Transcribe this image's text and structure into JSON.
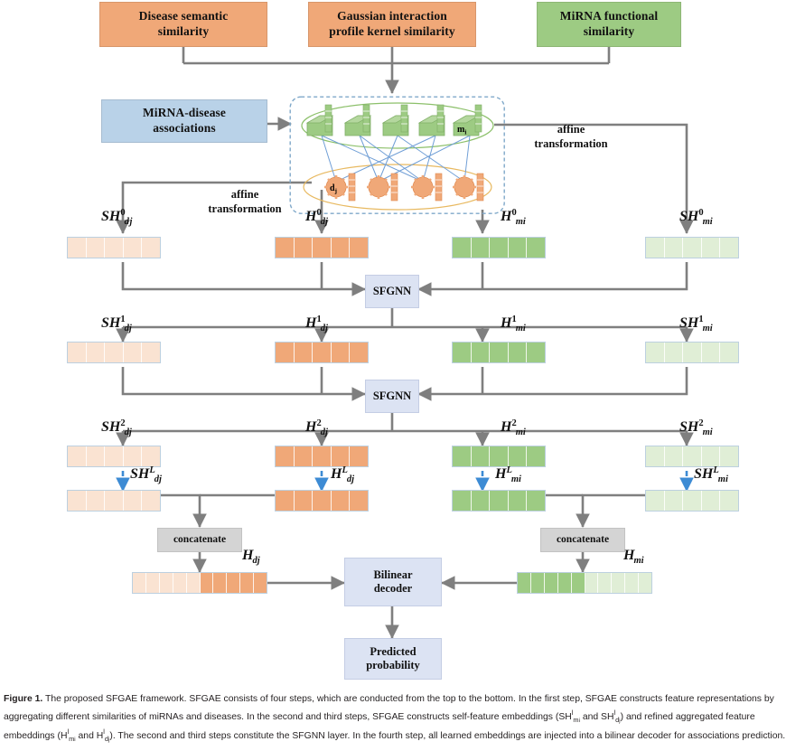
{
  "figure": {
    "number": "Figure 1.",
    "caption_parts": [
      "The proposed SFGAE framework. SFGAE consists of four steps, which are conducted from the top to the bottom. In the first step, SFGAE constructs feature representations by aggregating different similarities of miRNAs and diseases. In the second and third steps, SFGAE constructs self-feature embeddings (SH",
      " and SH",
      ") and refined aggregated feature embeddings (H",
      " and H",
      "). The second and third steps constitute the SFGNN layer. In the fourth step, all learned embeddings are injected into a bilinear decoder for associations prediction."
    ]
  },
  "top_boxes": [
    {
      "id": "disease-semantic-similarity",
      "line1": "Disease semantic",
      "line2": "similarity",
      "color": "#f0a878"
    },
    {
      "id": "gaussian-interaction-profile-kernel-similarity",
      "line1": "Gaussian interaction",
      "line2": "profile kernel similarity",
      "color": "#f0a878"
    },
    {
      "id": "mirna-functional-similarity",
      "line1": "MiRNA functional",
      "line2": "similarity",
      "color": "#9dcb83"
    }
  ],
  "association_box": {
    "line1": "MiRNA-disease",
    "line2": "associations",
    "color": "#b9d2e8"
  },
  "affine_labels": {
    "left": {
      "line1": "affine",
      "line2": "transformation"
    },
    "right": {
      "line1": "affine",
      "line2": "transformation"
    }
  },
  "graph": {
    "mirna_node_label": "m",
    "mirna_node_sub": "i",
    "disease_node_label": "d",
    "disease_node_sub": "j",
    "mirna_count": 5,
    "disease_count": 4,
    "edge_color": "#6f9ed6",
    "mirna_ellipse_color": "#8cc06a",
    "disease_ellipse_color": "#e8b960",
    "outer_border_color": "#7fa8c9"
  },
  "sfgnn_boxes": [
    {
      "label": "SFGNN"
    },
    {
      "label": "SFGNN"
    }
  ],
  "concatenate_boxes": [
    {
      "label": "concatenate"
    },
    {
      "label": "concatenate"
    }
  ],
  "decoder_box": {
    "line1": "Bilinear",
    "line2": "decoder"
  },
  "output_box": {
    "line1": "Predicted",
    "line2": "probability"
  },
  "colors": {
    "light_orange": "#fae3d2",
    "dark_orange": "#f0a878",
    "dark_green": "#9dcb83",
    "light_green": "#e0eed6",
    "arrow_gray": "#7f7f7f",
    "dashed_blue": "#3d8bd4",
    "box_blue": "#dce3f3",
    "box_gray": "#d4d4d4"
  },
  "rows": [
    {
      "level": "0",
      "items": [
        {
          "name": "sh-dj-0",
          "base": "SH",
          "sup": "0",
          "var": "d",
          "sub": "j",
          "color": "#fae3d2",
          "cells": 5
        },
        {
          "name": "h-dj-0",
          "base": "H",
          "sup": "0",
          "var": "d",
          "sub": "j",
          "color": "#f0a878",
          "cells": 5
        },
        {
          "name": "h-mi-0",
          "base": "H",
          "sup": "0",
          "var": "m",
          "sub": "i",
          "color": "#9dcb83",
          "cells": 5
        },
        {
          "name": "sh-mi-0",
          "base": "SH",
          "sup": "0",
          "var": "m",
          "sub": "i",
          "color": "#e0eed6",
          "cells": 5
        }
      ]
    },
    {
      "level": "1",
      "items": [
        {
          "name": "sh-dj-1",
          "base": "SH",
          "sup": "1",
          "var": "d",
          "sub": "j",
          "color": "#fae3d2",
          "cells": 5
        },
        {
          "name": "h-dj-1",
          "base": "H",
          "sup": "1",
          "var": "d",
          "sub": "j",
          "color": "#f0a878",
          "cells": 5
        },
        {
          "name": "h-mi-1",
          "base": "H",
          "sup": "1",
          "var": "m",
          "sub": "i",
          "color": "#9dcb83",
          "cells": 5
        },
        {
          "name": "sh-mi-1",
          "base": "SH",
          "sup": "1",
          "var": "m",
          "sub": "i",
          "color": "#e0eed6",
          "cells": 5
        }
      ]
    },
    {
      "level": "2",
      "items": [
        {
          "name": "sh-dj-2",
          "base": "SH",
          "sup": "2",
          "var": "d",
          "sub": "j",
          "color": "#fae3d2",
          "cells": 5
        },
        {
          "name": "h-dj-2",
          "base": "H",
          "sup": "2",
          "var": "d",
          "sub": "j",
          "color": "#f0a878",
          "cells": 5
        },
        {
          "name": "h-mi-2",
          "base": "H",
          "sup": "2",
          "var": "m",
          "sub": "i",
          "color": "#9dcb83",
          "cells": 5
        },
        {
          "name": "sh-mi-2",
          "base": "SH",
          "sup": "2",
          "var": "m",
          "sub": "i",
          "color": "#e0eed6",
          "cells": 5
        }
      ]
    },
    {
      "level": "L",
      "items": [
        {
          "name": "sh-dj-L",
          "base": "SH",
          "sup": "L",
          "var": "d",
          "sub": "j",
          "color": "#fae3d2",
          "cells": 5
        },
        {
          "name": "h-dj-L",
          "base": "H",
          "sup": "L",
          "var": "d",
          "sub": "j",
          "color": "#f0a878",
          "cells": 5
        },
        {
          "name": "h-mi-L",
          "base": "H",
          "sup": "L",
          "var": "m",
          "sub": "i",
          "color": "#9dcb83",
          "cells": 5
        },
        {
          "name": "sh-mi-L",
          "base": "SH",
          "sup": "L",
          "var": "m",
          "sub": "i",
          "color": "#e0eed6",
          "cells": 5
        }
      ]
    }
  ],
  "final_bars": [
    {
      "name": "h-dj-final",
      "base": "H",
      "var": "d",
      "sub": "j",
      "left_color": "#fae3d2",
      "right_color": "#f0a878",
      "left_cells": 5,
      "right_cells": 5
    },
    {
      "name": "h-mi-final",
      "base": "H",
      "var": "m",
      "sub": "i",
      "left_color": "#9dcb83",
      "right_color": "#e0eed6",
      "left_cells": 5,
      "right_cells": 5
    }
  ]
}
